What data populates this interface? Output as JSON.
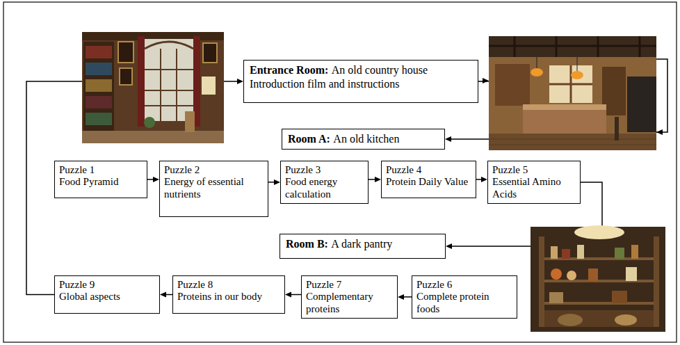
{
  "diagram": {
    "nodes": [
      {
        "text": [
          "Entrance Room:",
          "An old country house Introduction film and instructions"
        ]
      },
      {
        "text": [
          "Room A:",
          "An old kitchen"
        ]
      },
      {
        "text": [
          "Puzzle 1",
          "Food Pyramid"
        ]
      },
      {
        "text": [
          "Puzzle 2",
          "Energy of essential nutrients"
        ]
      },
      {
        "text": [
          "Puzzle 3",
          "Food energy calculation"
        ]
      },
      {
        "text": [
          "Puzzle 4",
          "Protein Daily Value"
        ]
      },
      {
        "text": [
          "Puzzle 5",
          "Essential Amino Acids"
        ]
      },
      {
        "text": [
          "Room B:",
          "A dark pantry"
        ]
      },
      {
        "text": [
          "Puzzle 6",
          "Complete protein foods"
        ]
      },
      {
        "text": [
          "Puzzle 7",
          "Complementary proteins"
        ]
      },
      {
        "text": [
          "Puzzle 8",
          "Proteins in our body"
        ]
      },
      {
        "text": [
          "Puzzle 9",
          "Global aspects"
        ]
      }
    ],
    "edges": [
      {
        "from": 11,
        "to": 0,
        "arrow": "to"
      },
      {
        "from": 0,
        "to": 1,
        "arrow": "to"
      },
      {
        "from": 2,
        "to": 3,
        "arrow": "to"
      },
      {
        "from": 3,
        "to": 4,
        "arrow": "to"
      },
      {
        "from": 4,
        "to": 5,
        "arrow": "to"
      },
      {
        "from": 5,
        "to": 6,
        "arrow": "to"
      },
      {
        "from": 6,
        "to": 7,
        "arrow": "to"
      },
      {
        "from": 8,
        "to": 9,
        "arrow": "to"
      },
      {
        "from": 9,
        "to": 10,
        "arrow": "to"
      },
      {
        "from": 10,
        "to": 11,
        "arrow": "to"
      }
    ]
  }
}
